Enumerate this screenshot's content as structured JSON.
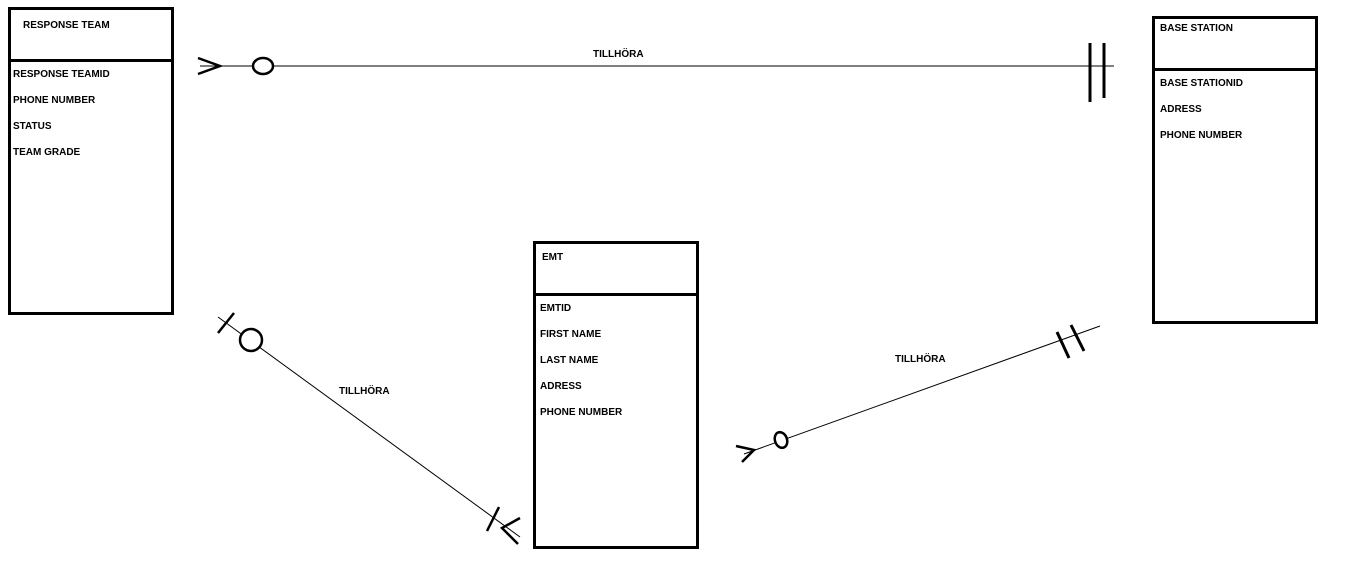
{
  "entities": {
    "response_team": {
      "title": "RESPONSE TEAM",
      "attributes": [
        "RESPONSE TEAMID",
        "PHONE NUMBER",
        "STATUS",
        "TEAM GRADE"
      ]
    },
    "base_station": {
      "title": "BASE STATION",
      "attributes": [
        "BASE STATIONID",
        "ADRESS",
        "PHONE NUMBER"
      ]
    },
    "emt": {
      "title": "EMT",
      "attributes": [
        "EMTID",
        "FIRST NAME",
        "LAST NAME",
        "ADRESS",
        "PHONE NUMBER"
      ]
    }
  },
  "relationships": {
    "top": {
      "label": "TILLHÖRA"
    },
    "left": {
      "label": "TILLHÖRA"
    },
    "right": {
      "label": "TILLHÖRA"
    }
  }
}
